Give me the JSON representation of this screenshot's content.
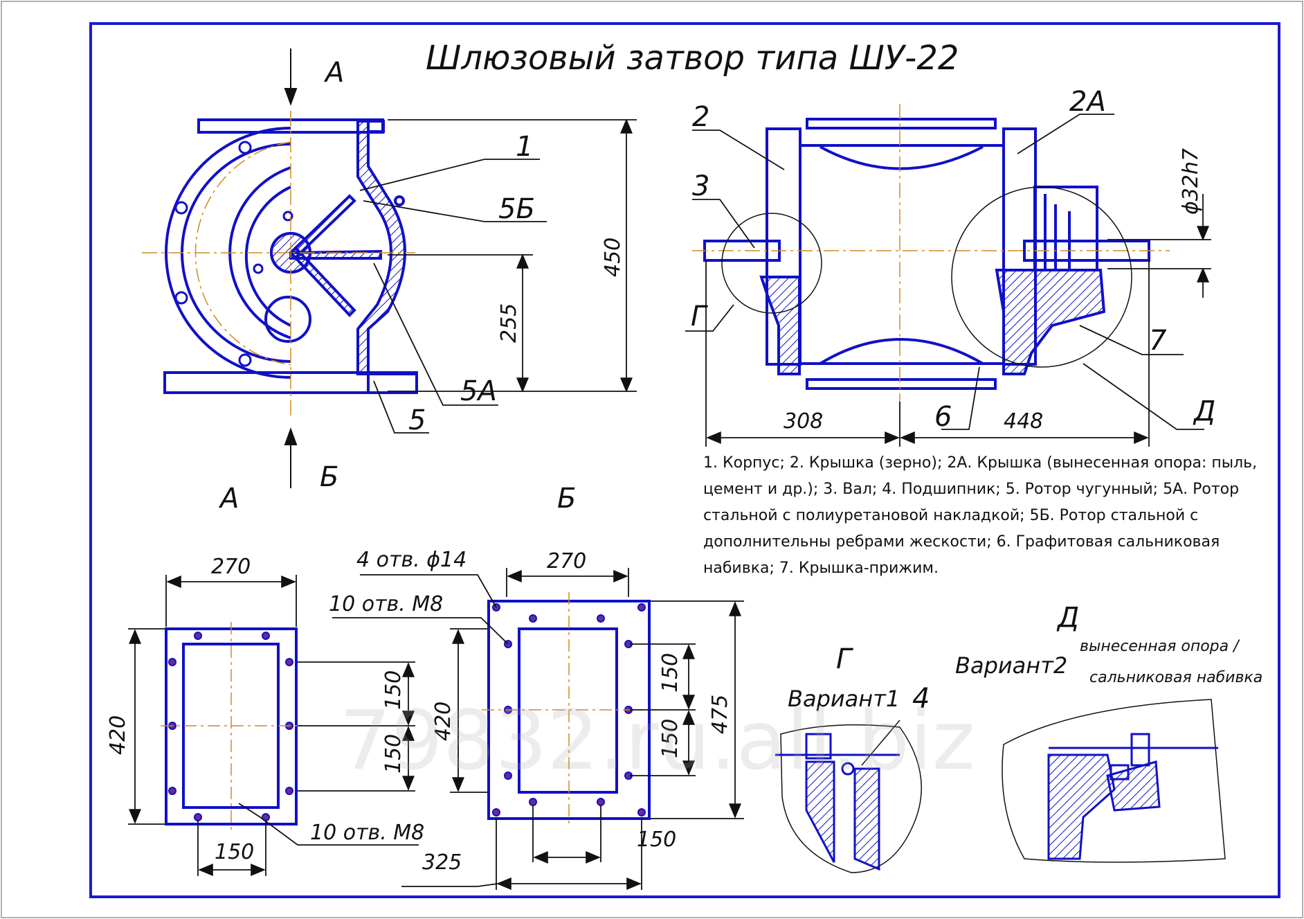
{
  "title": "Шлюзовый затвор типа ШУ-22",
  "view_labels": {
    "section_a_arrow": "А",
    "section_b_arrow": "Б",
    "view_a": "А",
    "view_b": "Б",
    "detail_g": "Г",
    "detail_d": "Д",
    "detail_g_circle": "Г",
    "detail_d_circle": "Д"
  },
  "callouts": {
    "p1": "1",
    "p5b": "5Б",
    "p5a": "5А",
    "p5": "5",
    "p2": "2",
    "p2a": "2А",
    "p3": "3",
    "p6": "6",
    "p7": "7",
    "p4": "4"
  },
  "dimensions": {
    "height_450": "450",
    "height_255": "255",
    "shaft_dia": "ϕ32h7",
    "len_308": "308",
    "len_448": "448",
    "a_width_270": "270",
    "a_height_420": "420",
    "a_pitch_150_top": "150",
    "a_pitch_150_bottom": "150",
    "a_pitch_150_horiz": "150",
    "a_holes": "10 отв. М8",
    "b_holes_14": "4 отв. ϕ14",
    "b_holes_m8": "10 отв. М8",
    "b_width_270": "270",
    "b_height_420": "420",
    "b_height_475": "475",
    "b_pitch_150_top": "150",
    "b_pitch_150_bottom": "150",
    "b_pitch_150_horiz": "150",
    "b_width_325": "325"
  },
  "legend_lines": [
    "1. Корпус; 2. Крышка (зерно); 2А. Крышка (вынесенная опора: пыль,",
    "цемент и др.); 3. Вал; 4. Подшипник; 5. Ротор чугунный; 5А. Ротор",
    "стальной с полиуретановой накладкой; 5Б. Ротор стальной с",
    "дополнительны ребрами жескости; 6. Графитовая сальниковая",
    "набивка; 7. Крышка-прижим."
  ],
  "variants": {
    "variant1": "Вариант1",
    "variant2": "Вариант2",
    "variant2_note_1": "вынесенная опора /",
    "variant2_note_2": "сальниковая набивка"
  },
  "watermark": "79832.ru.all.biz",
  "colors": {
    "line": "#1010c8",
    "border": "#1a1ad0",
    "hatch": "#1010c8",
    "axis": "#d08a20",
    "dim": "#111111",
    "holes": "#6a2a9a"
  }
}
